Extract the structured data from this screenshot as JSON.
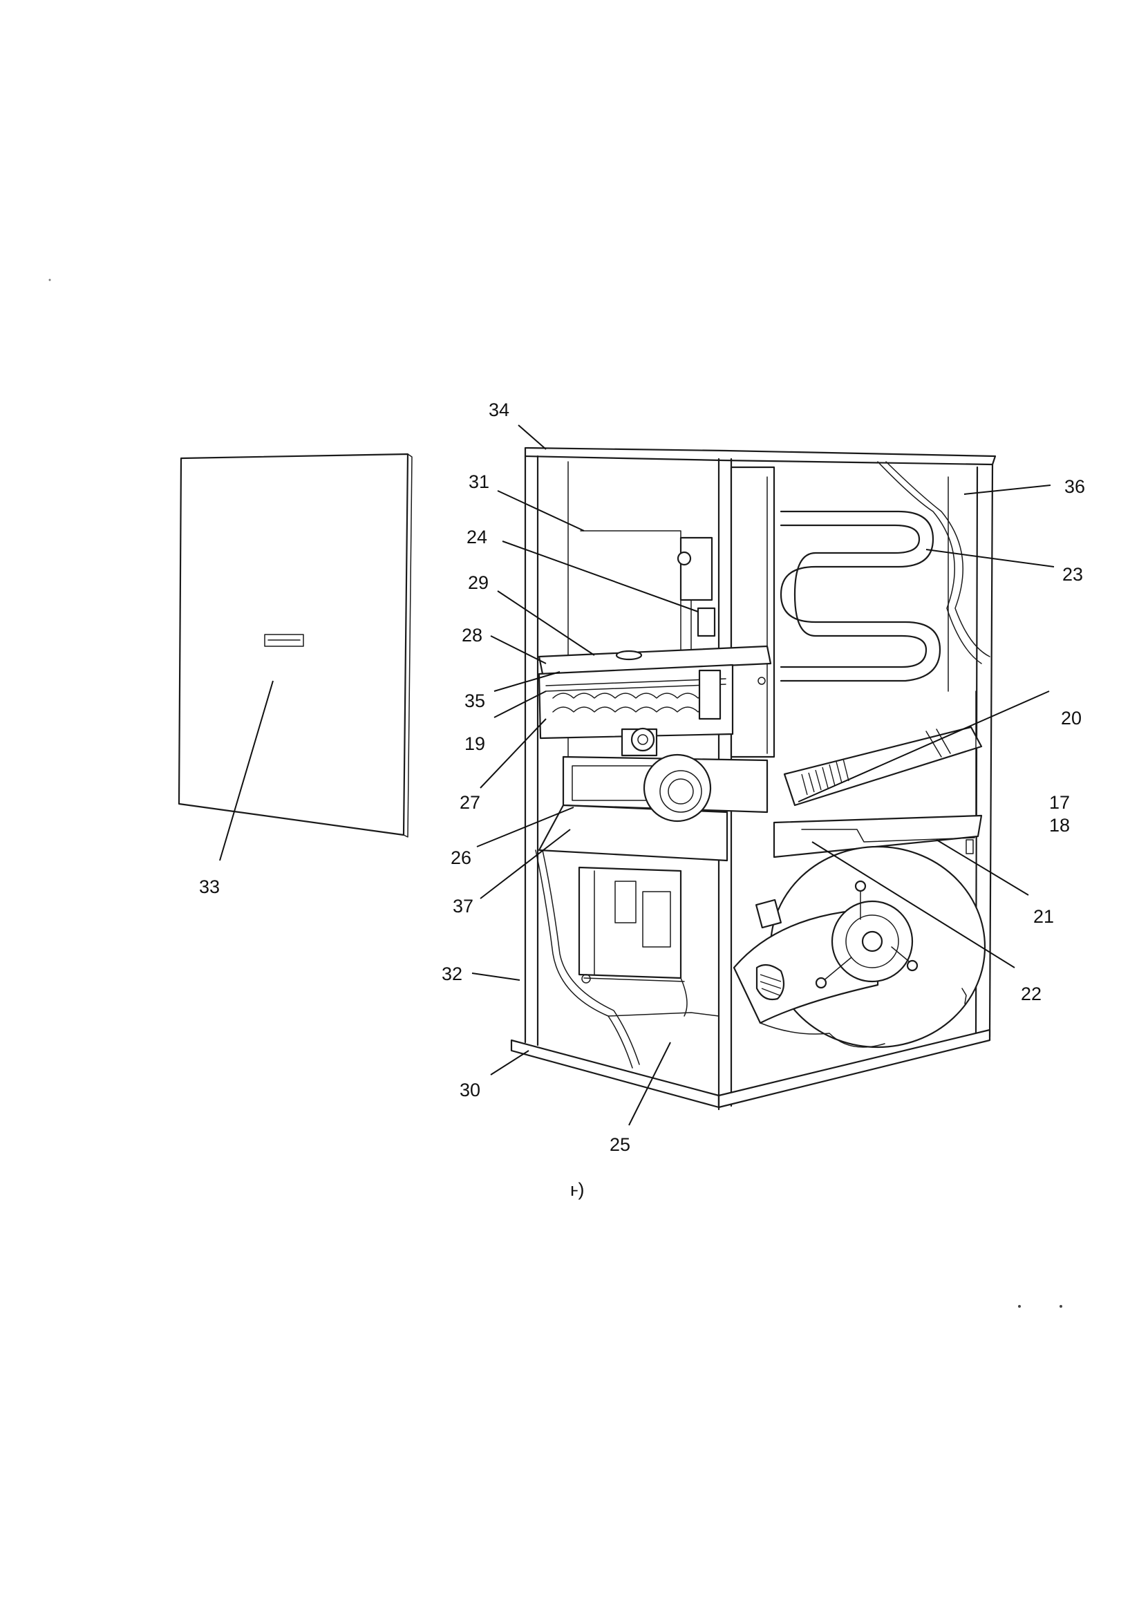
{
  "figure_label": "ⱶ)",
  "callouts": [
    {
      "id": "n34",
      "label": "34"
    },
    {
      "id": "n31",
      "label": "31"
    },
    {
      "id": "n24",
      "label": "24"
    },
    {
      "id": "n29",
      "label": "29"
    },
    {
      "id": "n28",
      "label": "28"
    },
    {
      "id": "n35",
      "label": "35"
    },
    {
      "id": "n19",
      "label": "19"
    },
    {
      "id": "n27",
      "label": "27"
    },
    {
      "id": "n26",
      "label": "26"
    },
    {
      "id": "n37",
      "label": "37"
    },
    {
      "id": "n32",
      "label": "32"
    },
    {
      "id": "n30",
      "label": "30"
    },
    {
      "id": "n25",
      "label": "25"
    },
    {
      "id": "n33",
      "label": "33"
    },
    {
      "id": "n36",
      "label": "36"
    },
    {
      "id": "n23",
      "label": "23"
    },
    {
      "id": "n20",
      "label": "20"
    },
    {
      "id": "n17",
      "label": "17"
    },
    {
      "id": "n18",
      "label": "18"
    },
    {
      "id": "n21",
      "label": "21"
    },
    {
      "id": "n22",
      "label": "22"
    }
  ]
}
